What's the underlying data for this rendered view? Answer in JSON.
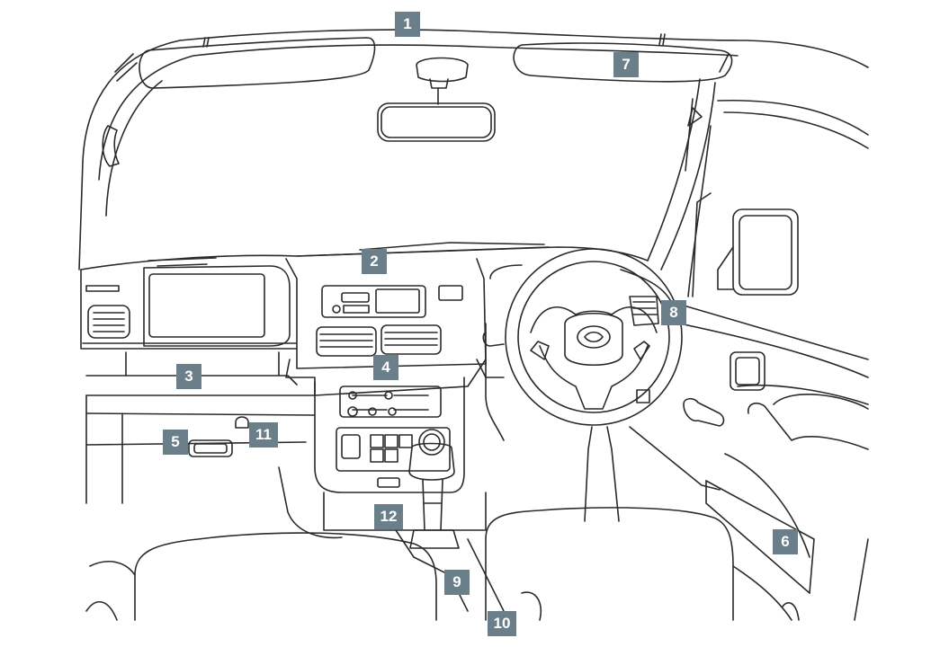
{
  "figure": {
    "callouts": [
      {
        "id": "c1",
        "label": "1"
      },
      {
        "id": "c2",
        "label": "2"
      },
      {
        "id": "c3",
        "label": "3"
      },
      {
        "id": "c4",
        "label": "4"
      },
      {
        "id": "c5",
        "label": "5"
      },
      {
        "id": "c6",
        "label": "6"
      },
      {
        "id": "c7",
        "label": "7"
      },
      {
        "id": "c8",
        "label": "8"
      },
      {
        "id": "c9",
        "label": "9"
      },
      {
        "id": "c10",
        "label": "10"
      },
      {
        "id": "c11",
        "label": "11"
      },
      {
        "id": "c12",
        "label": "12"
      }
    ],
    "colors": {
      "callout_bg": "#6b7f8a",
      "callout_text": "#ffffff",
      "line": "#2a2a2a",
      "background": "#ffffff"
    }
  }
}
